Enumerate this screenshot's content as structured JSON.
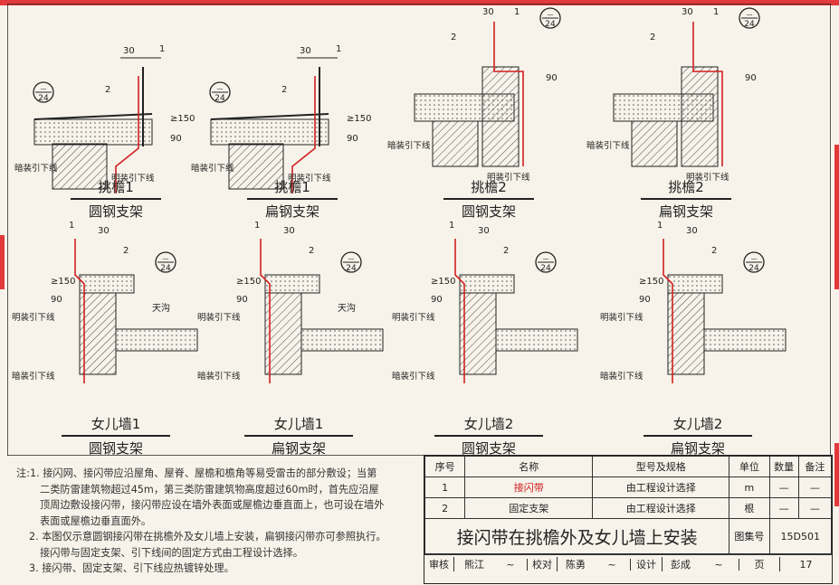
{
  "drawings": [
    {
      "id": "d1",
      "title": "挑檐1",
      "subtitle": "圆钢支架",
      "labels": {
        "dim_30": "30",
        "ref_1": "1",
        "ref_2": "2",
        "circle_top": "—",
        "circle_bot": "24",
        "dim_150": "≥150",
        "dim_90": "90",
        "dark_line": "暗装引下线",
        "open_line": "明装引下线"
      }
    },
    {
      "id": "d2",
      "title": "挑檐1",
      "subtitle": "扁钢支架",
      "labels": {
        "dim_30": "30",
        "ref_1": "1",
        "ref_2": "2",
        "circle_top": "—",
        "circle_bot": "24",
        "dim_150": "≥150",
        "dim_90": "90",
        "dark_line": "暗装引下线",
        "open_line": "明装引下线"
      }
    },
    {
      "id": "d3",
      "title": "挑檐2",
      "subtitle": "圆钢支架",
      "labels": {
        "dim_30": "30",
        "ref_1": "1",
        "ref_2": "2",
        "circle_top": "—",
        "circle_bot": "24",
        "dim_90": "90",
        "dark_line": "暗装引下线",
        "open_line": "明装引下线"
      }
    },
    {
      "id": "d4",
      "title": "挑檐2",
      "subtitle": "扁钢支架",
      "labels": {
        "dim_30": "30",
        "ref_1": "1",
        "ref_2": "2",
        "circle_top": "—",
        "circle_bot": "24",
        "dim_90": "90",
        "dark_line": "暗装引下线",
        "open_line": "明装引下线"
      }
    },
    {
      "id": "d5",
      "title": "女儿墙1",
      "subtitle": "圆钢支架",
      "labels": {
        "dim_30": "30",
        "ref_1": "1",
        "ref_2": "2",
        "circle_top": "—",
        "circle_bot": "24",
        "dim_150": "≥150",
        "dim_90": "90",
        "gutter": "天沟",
        "open_line": "明装引下线",
        "dark_line": "暗装引下线"
      }
    },
    {
      "id": "d6",
      "title": "女儿墙1",
      "subtitle": "扁钢支架",
      "labels": {
        "dim_30": "30",
        "ref_1": "1",
        "ref_2": "2",
        "circle_top": "—",
        "circle_bot": "24",
        "dim_150": "≥150",
        "dim_90": "90",
        "gutter": "天沟",
        "open_line": "明装引下线",
        "dark_line": "暗装引下线"
      }
    },
    {
      "id": "d7",
      "title": "女儿墙2",
      "subtitle": "圆钢支架",
      "labels": {
        "dim_30": "30",
        "ref_1": "1",
        "ref_2": "2",
        "circle_top": "—",
        "circle_bot": "24",
        "dim_150": "≥150",
        "dim_90": "90",
        "open_line": "明装引下线",
        "dark_line": "暗装引下线"
      }
    },
    {
      "id": "d8",
      "title": "女儿墙2",
      "subtitle": "扁钢支架",
      "labels": {
        "dim_30": "30",
        "ref_1": "1",
        "ref_2": "2",
        "circle_top": "—",
        "circle_bot": "24",
        "dim_150": "≥150",
        "dim_90": "90",
        "open_line": "明装引下线",
        "dark_line": "暗装引下线"
      }
    }
  ],
  "notes": {
    "prefix": "注:",
    "n1a": "1. 接闪网、接闪带应沿屋角、屋脊、屋檐和檐角等易受雷击的部分敷设；当第",
    "n1b": "二类防雷建筑物超过45m，第三类防雷建筑物高度超过60m时，首先应沿屋",
    "n1c": "顶周边敷设接闪带，接闪带应设在墙外表面或屋檐边垂直面上，也可设在墙外",
    "n1d": "表面或屋檐边垂直面外。",
    "n2a": "2. 本图仅示意圆钢接闪带在挑檐外及女儿墙上安装，扁钢接闪带亦可参照执行。",
    "n2b": "接闪带与固定支架、引下线间的固定方式由工程设计选择。",
    "n3": "3. 接闪带、固定支架、引下线应热镀锌处理。"
  },
  "table": {
    "headers": [
      "序号",
      "名称",
      "型号及规格",
      "单位",
      "数量",
      "备注"
    ],
    "rows": [
      {
        "no": "1",
        "name": "接闪带",
        "spec": "由工程设计选择",
        "unit": "m",
        "qty": "—",
        "remark": "—"
      },
      {
        "no": "2",
        "name": "固定支架",
        "spec": "由工程设计选择",
        "unit": "根",
        "qty": "—",
        "remark": "—"
      }
    ],
    "title": "接闪带在挑檐外及女儿墙上安装",
    "atlas_label": "图集号",
    "atlas_no": "15D501",
    "footer": {
      "review": "审核",
      "reviewer": "熊江",
      "check": "校对",
      "checker": "陈勇",
      "design": "设计",
      "designer": "彭成",
      "page_label": "页",
      "page_no": "17"
    }
  },
  "colors": {
    "accent_red": "#d02020",
    "line": "#222222",
    "paper": "#f7f3ea"
  }
}
